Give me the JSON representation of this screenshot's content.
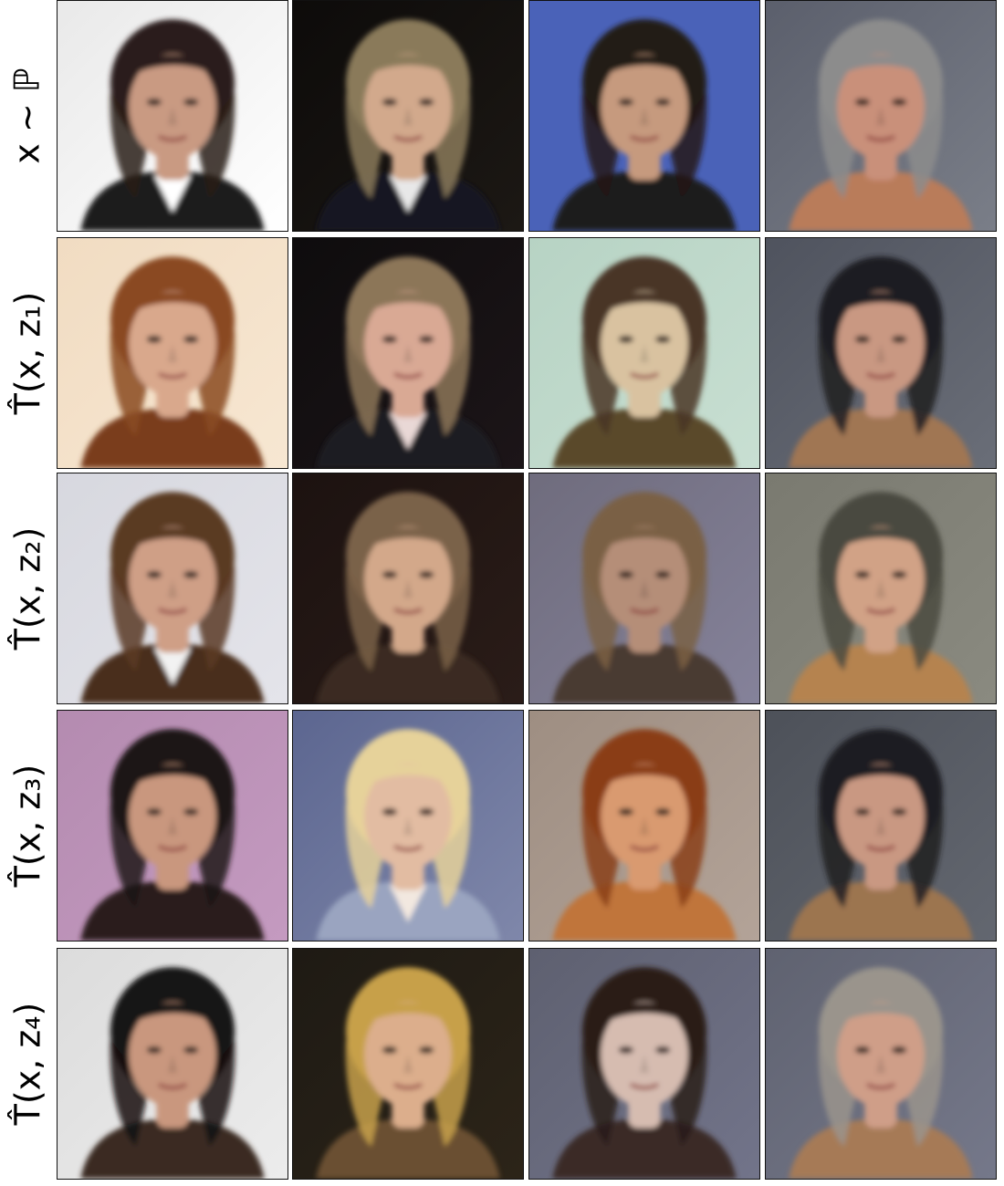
{
  "rows": [
    {
      "label": "x ~ ℙ",
      "images": [
        {
          "name": "source-face-1",
          "bg": "#e9e9e9",
          "bg2": "#ffffff",
          "hair": "#2a1f1a",
          "skin": "#c99a82",
          "cloth": "#1a1a1a",
          "collar": "#ffffff"
        },
        {
          "name": "source-face-2",
          "bg": "#0d0b0a",
          "bg2": "#1c1814",
          "hair": "#8a7a5a",
          "skin": "#d2a98c",
          "cloth": "#141820",
          "collar": "#e8e8e8"
        },
        {
          "name": "source-face-3",
          "bg": "#4a62b8",
          "bg2": "#4a62b8",
          "hair": "#241a16",
          "skin": "#c69a7e",
          "cloth": "#1a1a1a",
          "collar": "#1a1a1a"
        },
        {
          "name": "source-face-4",
          "bg": "#5b5f6c",
          "bg2": "#7a7e88",
          "hair": "#8c8c8c",
          "skin": "#c9907a",
          "cloth": "#b97c5a",
          "collar": "#b97c5a"
        }
      ]
    },
    {
      "label": "T̂(x, z₁)",
      "images": [
        {
          "name": "generated-z1-face-1",
          "bg": "#f1dcc2",
          "bg2": "#f7e7d2",
          "hair": "#8a4a22",
          "skin": "#d9a88c",
          "cloth": "#7a3e1c",
          "collar": "#7a3e1c"
        },
        {
          "name": "generated-z1-face-2",
          "bg": "#0e0c0d",
          "bg2": "#1c1518",
          "hair": "#8c7658",
          "skin": "#d9a994",
          "cloth": "#1b1a24",
          "collar": "#e9d8d6"
        },
        {
          "name": "generated-z1-face-3",
          "bg": "#b7d3c4",
          "bg2": "#c8dfd2",
          "hair": "#4a3526",
          "skin": "#d9c2a0",
          "cloth": "#5a4a2a",
          "collar": "#5a4a2a"
        },
        {
          "name": "generated-z1-face-4",
          "bg": "#4f535e",
          "bg2": "#6a6e78",
          "hair": "#1e1e22",
          "skin": "#c99882",
          "cloth": "#a07652",
          "collar": "#a07652"
        }
      ]
    },
    {
      "label": "T̂(x, z₂)",
      "images": [
        {
          "name": "generated-z2-face-1",
          "bg": "#d7d8df",
          "bg2": "#e4e4ea",
          "hair": "#5a3a24",
          "skin": "#cf9f86",
          "cloth": "#4a2e1c",
          "collar": "#f2f2f2"
        },
        {
          "name": "generated-z2-face-2",
          "bg": "#1c1210",
          "bg2": "#2a1c18",
          "hair": "#7a6248",
          "skin": "#d3a88a",
          "cloth": "#3a2a20",
          "collar": "#3a2a20"
        },
        {
          "name": "generated-z2-face-3",
          "bg": "#6f6c7d",
          "bg2": "#85829a",
          "hair": "#7a6044",
          "skin": "#b58e78",
          "cloth": "#4a3a30",
          "collar": "#4a3a30"
        },
        {
          "name": "generated-z2-face-4",
          "bg": "#7a7a70",
          "bg2": "#8a8a80",
          "hair": "#4a4a40",
          "skin": "#d1a286",
          "cloth": "#b5834f",
          "collar": "#b5834f"
        }
      ]
    },
    {
      "label": "T̂(x, z₃)",
      "images": [
        {
          "name": "generated-z3-face-1",
          "bg": "#b48bb0",
          "bg2": "#c49ac0",
          "hair": "#1c1616",
          "skin": "#c9977e",
          "cloth": "#2a1e1e",
          "collar": "#2a1e1e"
        },
        {
          "name": "generated-z3-face-2",
          "bg": "#5c6690",
          "bg2": "#7f87aa",
          "hair": "#e6d29a",
          "skin": "#e2bca2",
          "cloth": "#9aa4c0",
          "collar": "#f2e8e0"
        },
        {
          "name": "generated-z3-face-3",
          "bg": "#9e8e82",
          "bg2": "#b3a398",
          "hair": "#8a3e18",
          "skin": "#d99a70",
          "cloth": "#c0743a",
          "collar": "#c0743a"
        },
        {
          "name": "generated-z3-face-4",
          "bg": "#4d5159",
          "bg2": "#636770",
          "hair": "#1e1e22",
          "skin": "#c99882",
          "cloth": "#9c7450",
          "collar": "#9c7450"
        }
      ]
    },
    {
      "label": "T̂(x, z₄)",
      "images": [
        {
          "name": "generated-z4-face-1",
          "bg": "#dcdcdc",
          "bg2": "#ececec",
          "hair": "#141212",
          "skin": "#c9977e",
          "cloth": "#3a2a24",
          "collar": "#3a2a24"
        },
        {
          "name": "generated-z4-face-2",
          "bg": "#1e1a14",
          "bg2": "#2c2418",
          "hair": "#c7a04a",
          "skin": "#dcae8c",
          "cloth": "#6a5030",
          "collar": "#6a5030"
        },
        {
          "name": "generated-z4-face-3",
          "bg": "#5e6070",
          "bg2": "#72748a",
          "hair": "#2a1c18",
          "skin": "#d6bcb0",
          "cloth": "#3a2c28",
          "collar": "#3a2c28"
        },
        {
          "name": "generated-z4-face-4",
          "bg": "#5f6270",
          "bg2": "#75788a",
          "hair": "#9a948c",
          "skin": "#cf9e88",
          "cloth": "#a67a56",
          "collar": "#a67a56"
        }
      ]
    }
  ]
}
